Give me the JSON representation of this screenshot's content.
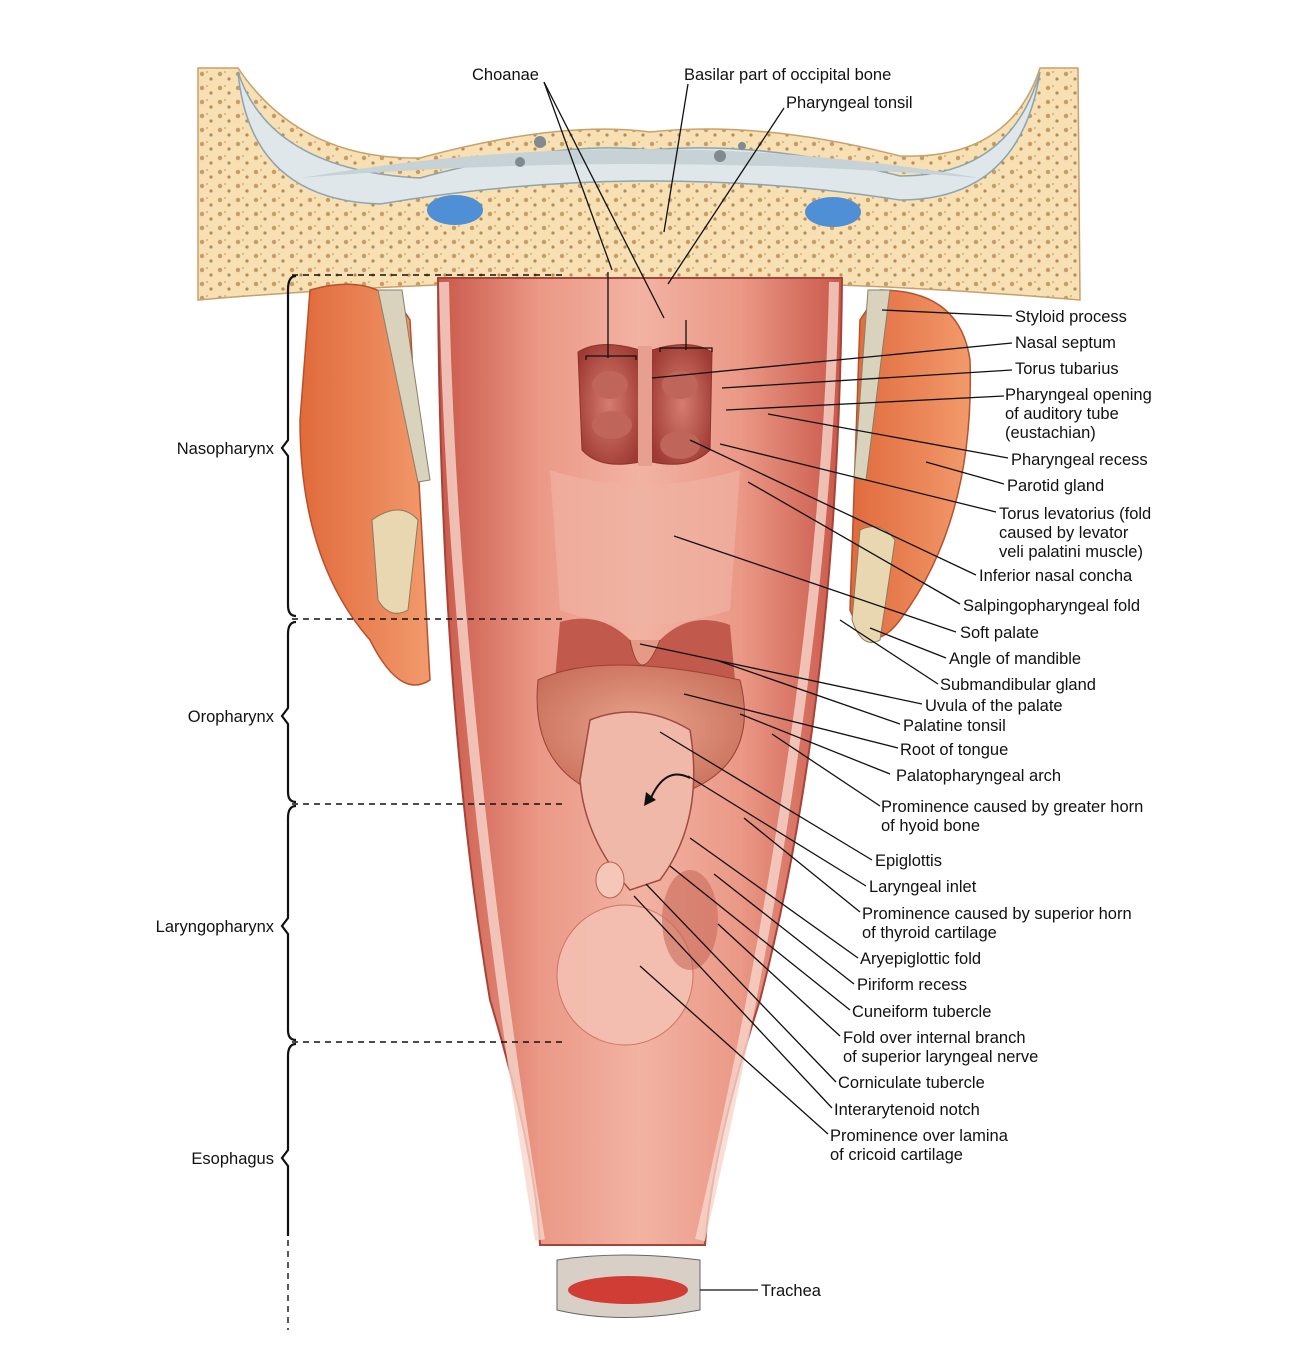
{
  "figure": {
    "regions": [
      "Nasopharynx",
      "Oropharynx",
      "Laryngopharynx",
      "Esophagus"
    ],
    "labels": {
      "choanae": "Choanae",
      "basilar": "Basilar part of occipital bone",
      "pharyngeal_tonsil": "Pharyngeal tonsil",
      "styloid": "Styloid process",
      "nasal_septum": "Nasal septum",
      "torus_tubarius": "Torus tubarius",
      "pharyngeal_opening": [
        "Pharyngeal opening",
        "of auditory tube",
        "(eustachian)"
      ],
      "pharyngeal_recess": "Pharyngeal recess",
      "parotid": "Parotid gland",
      "torus_levatorius": [
        "Torus levatorius (fold",
        "caused by levator",
        "veli palatini muscle)"
      ],
      "inferior_concha": "Inferior nasal concha",
      "salpingopharyngeal": "Salpingopharyngeal fold",
      "soft_palate": "Soft palate",
      "angle_mandible": "Angle of mandible",
      "submandibular": "Submandibular gland",
      "uvula": "Uvula of the palate",
      "palatine_tonsil": "Palatine tonsil",
      "root_tongue": "Root of tongue",
      "palatopharyngeal": "Palatopharyngeal arch",
      "greater_horn": [
        "Prominence caused by greater horn",
        "of hyoid bone"
      ],
      "epiglottis": "Epiglottis",
      "laryngeal_inlet": "Laryngeal inlet",
      "superior_horn": [
        "Prominence caused by superior horn",
        "of thyroid cartilage"
      ],
      "aryepiglottic": "Aryepiglottic fold",
      "piriform": "Piriform recess",
      "cuneiform": "Cuneiform tubercle",
      "fold_internal": [
        "Fold over internal branch",
        "of superior laryngeal nerve"
      ],
      "corniculate": "Corniculate tubercle",
      "interarytenoid": "Interarytenoid notch",
      "cricoid": [
        "Prominence over lamina",
        "of cricoid cartilage"
      ],
      "trachea": "Trachea"
    },
    "colors": {
      "mucosa": "#e9907e",
      "mucosa_light": "#f3b6a6",
      "mucosa_dark": "#b9483c",
      "bone": "#f5deb0",
      "bone_spots": "#caa06a",
      "gland": "#e8774a",
      "fluid_blue": "#4f8fd6"
    }
  }
}
